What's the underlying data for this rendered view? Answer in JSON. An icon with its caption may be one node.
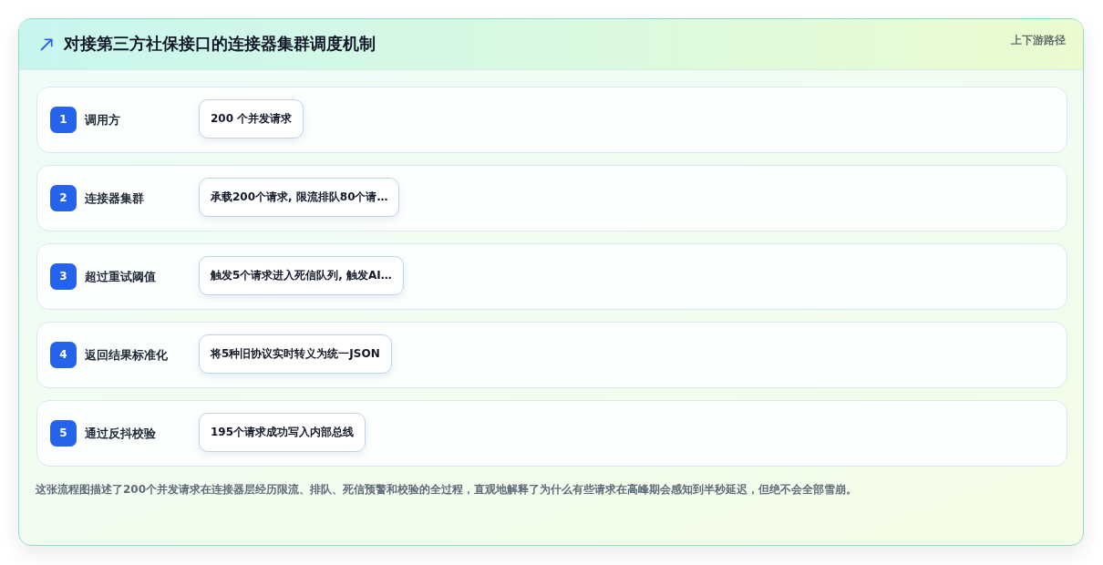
{
  "diagram": {
    "title": "对接第三方社保接口的连接器集群调度机制",
    "nodes": [
      {
        "text": [
          "调用方"
        ]
      },
      {
        "text": [
          "1"
        ],
        "in": 0
      },
      {
        "text": [
          "200 个并发请求"
        ],
        "in": 0
      },
      {
        "text": [
          "连接器集群"
        ]
      },
      {
        "text": [
          "2"
        ],
        "in": 3
      },
      {
        "text": [
          "承载200个请求, 限流排队80个请…"
        ],
        "in": 3
      },
      {
        "text": [
          "超过重试阈值"
        ]
      },
      {
        "text": [
          "3"
        ],
        "in": 6
      },
      {
        "text": [
          "触发5个请求进入死信队列, 触发AI…"
        ],
        "in": 6
      },
      {
        "text": [
          "返回结果标准化"
        ]
      },
      {
        "text": [
          "4"
        ],
        "in": 9
      },
      {
        "text": [
          "将5种旧协议实时转义为统一JSON"
        ],
        "in": 9
      },
      {
        "text": [
          "通过反抖校验"
        ]
      },
      {
        "text": [
          "5"
        ],
        "in": 12
      },
      {
        "text": [
          "195个请求成功写入内部总线"
        ],
        "in": 12
      }
    ],
    "labels": [
      "上下游路径"
    ],
    "caption": "这张流程图描述了200个并发请求在连接器层经历限流、排队、死信预警和校验的全过程，直观地解释了为什么有些请求在高峰期会感知到半秒延迟，但绝不会全部雪崩。"
  }
}
